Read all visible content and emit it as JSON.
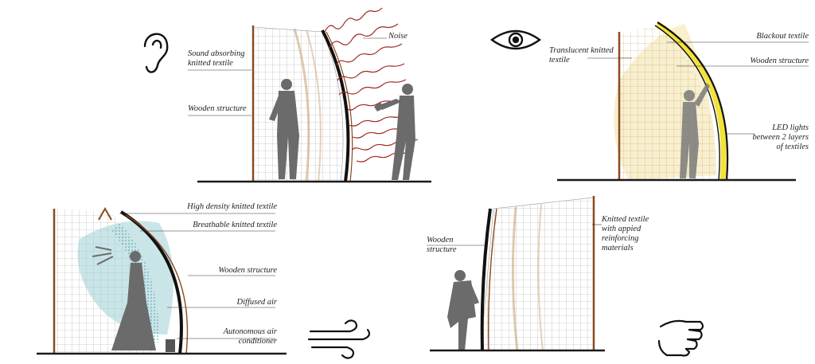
{
  "panels": {
    "sound": {
      "labels": [
        "Sound absorbing knitted textile",
        "Wooden structure",
        "Noise"
      ],
      "icon": "ear-icon"
    },
    "light": {
      "labels": [
        "Blackout textile",
        "Translucent knitted textile",
        "Wooden structure",
        "LED lights between 2 layers of textiles"
      ],
      "icon": "eye-icon"
    },
    "air": {
      "labels": [
        "High density knitted textile",
        "Breathable knitted textile",
        "Wooden structure",
        "Diffused air",
        "Autonomous air conditioner"
      ],
      "icon": "wind-icon"
    },
    "touch": {
      "labels": [
        "Wooden structure",
        "Knitted textile with appied reinforcing materials"
      ],
      "icon": "hand-icon"
    }
  },
  "colors": {
    "wood": "#8b4a1f",
    "mesh": "#9a9a9a",
    "ground": "#1a1a1a",
    "noise": "#a0281e",
    "led": "#f2e23a",
    "translucent": "#f3e2a8",
    "air": "#9fd0d6",
    "silhouette": "#6b6b6b"
  }
}
